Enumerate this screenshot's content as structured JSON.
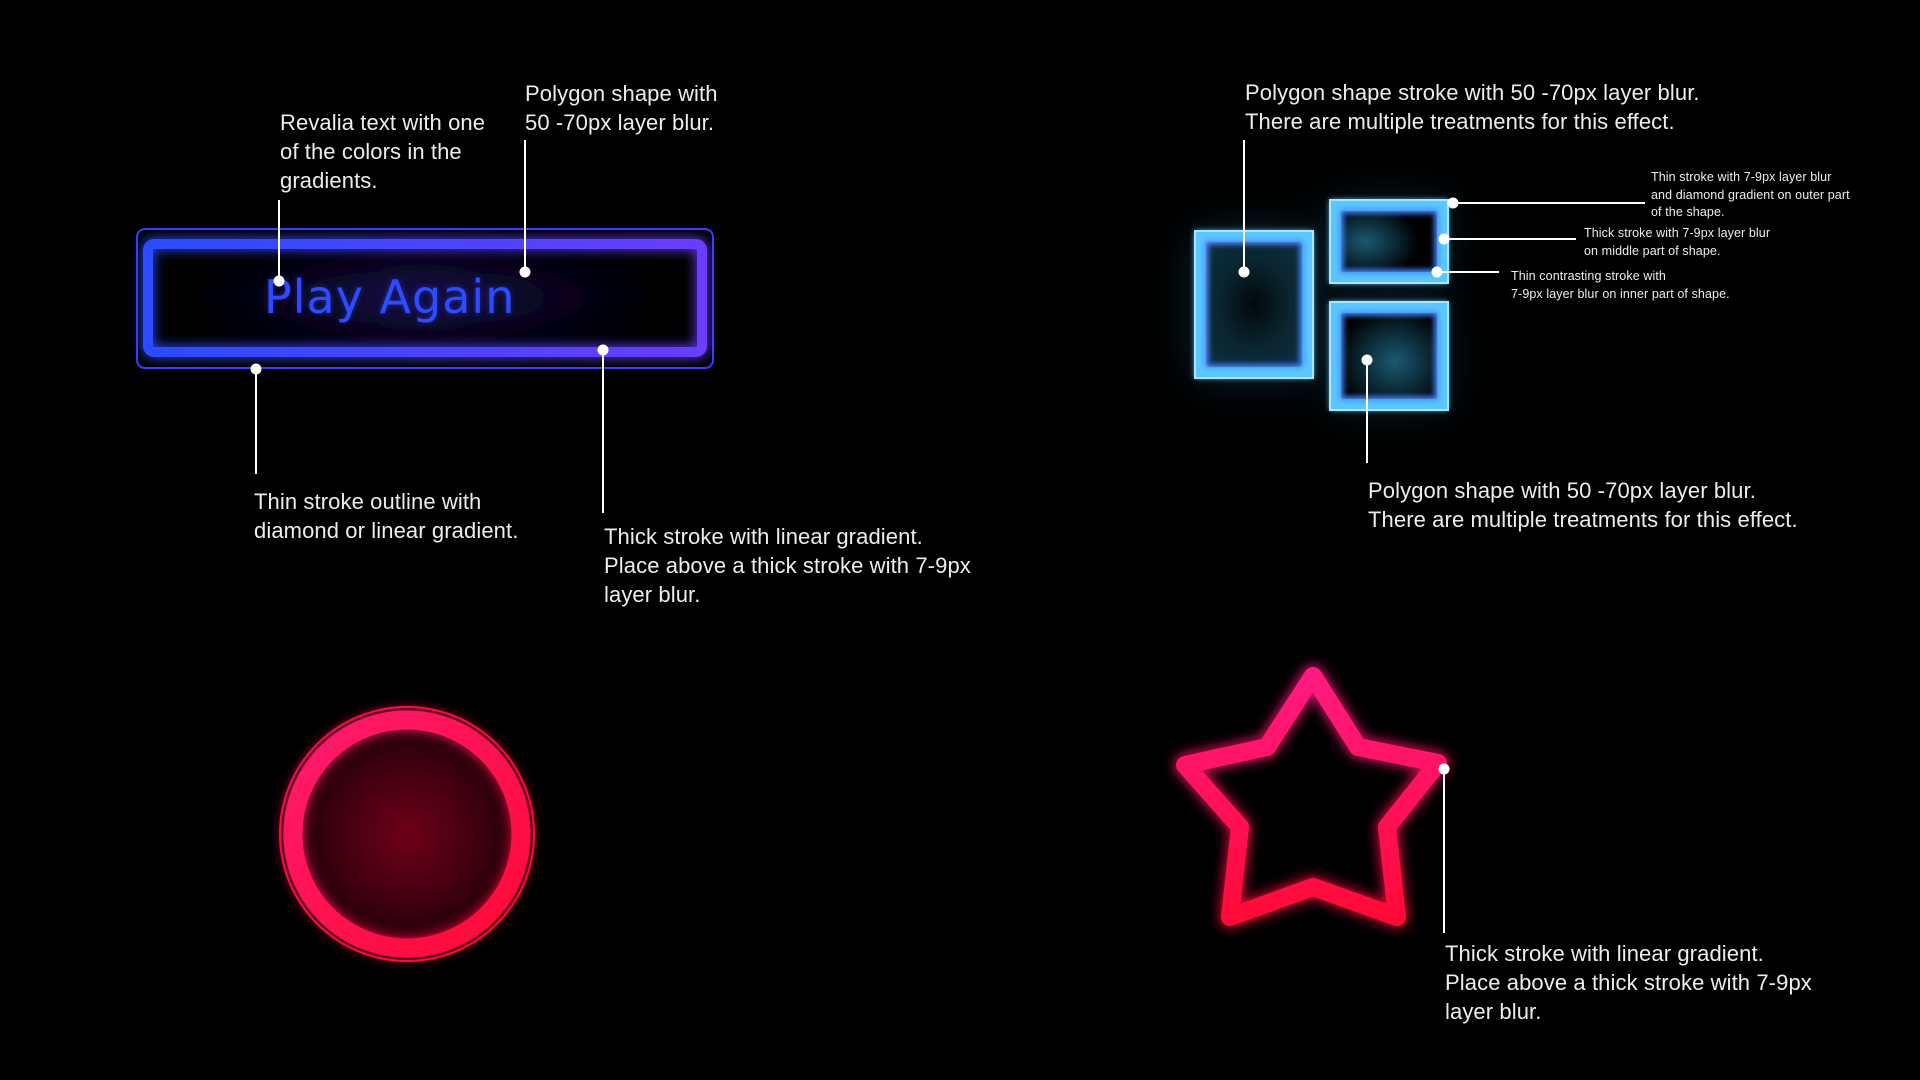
{
  "background": "#000000",
  "colors": {
    "button_gradient_start": "#2a4bff",
    "button_gradient_end": "#6a3dff",
    "button_text": "#2f4bff",
    "button_glow": "#2a1a80",
    "square_outer": "#7fd6ff",
    "square_middle": "#3aa4ff",
    "square_inner": "#1f4dff",
    "square_glow": "#1a5a72",
    "circle_gradient_start": "#ff1a6e",
    "circle_gradient_end": "#ff0a36",
    "circle_fill_center": "#6e0019",
    "star_gradient_start": "#ff1a80",
    "star_gradient_end": "#ff0a38"
  },
  "button": {
    "label": "Play Again"
  },
  "annotations": {
    "revalia_text": "Revalia text with one\nof the colors in the\ngradients.",
    "button_polygon_blur": "Polygon shape with\n50 -70px layer blur.",
    "button_thin_outline": "Thin stroke outline with\ndiamond or linear gradient.",
    "button_thick_stroke": "Thick stroke with linear gradient.\nPlace above a thick stroke with 7-9px\nlayer blur.",
    "squares_stroke_blur": "Polygon shape stroke with 50 -70px layer blur.\nThere are multiple treatments for this effect.",
    "squares_outer": "Thin stroke with 7-9px layer blur\nand diamond gradient on outer part\nof the shape.",
    "squares_middle": "Thick stroke with 7-9px layer blur\non middle part of shape.",
    "squares_inner": "Thin contrasting stroke with\n7-9px layer blur on inner part of shape.",
    "squares_fill_blur": "Polygon shape with 50 -70px layer blur.\nThere are multiple treatments for this effect.",
    "star_thick_stroke": "Thick stroke with linear gradient.\nPlace above a thick stroke with 7-9px\nlayer blur."
  }
}
